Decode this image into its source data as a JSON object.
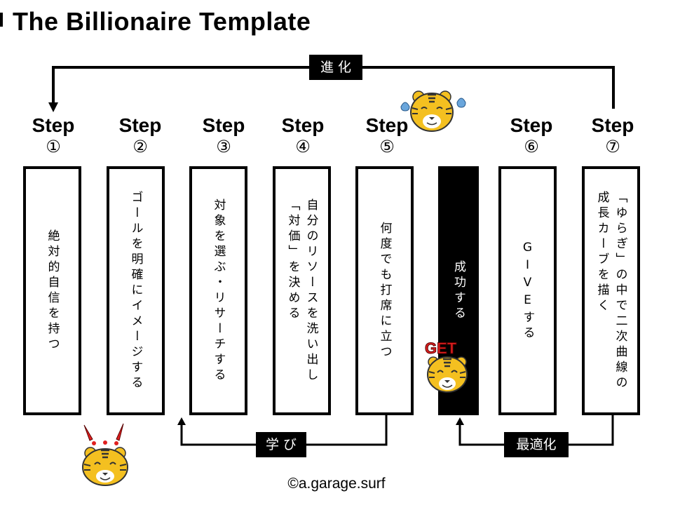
{
  "title": "The Billionaire Template",
  "steps": [
    {
      "word": "Step",
      "num": "①",
      "text": "絶対的自信を持つ"
    },
    {
      "word": "Step",
      "num": "②",
      "text": "ゴールを明確にイメージする"
    },
    {
      "word": "Step",
      "num": "③",
      "text": "対象を選ぶ・リサーチする"
    },
    {
      "word": "Step",
      "num": "④",
      "text": "自分のリソースを洗い出し\n「対価」を決める"
    },
    {
      "word": "Step",
      "num": "⑤",
      "text": "何度でも打席に立つ"
    },
    {
      "word": "Step",
      "num": "⑥",
      "text": "GIVEする"
    },
    {
      "word": "Step",
      "num": "⑦",
      "text": "「ゆらぎ」の中で二次曲線の\n成長カーブを描く"
    }
  ],
  "success": "成功する",
  "arrows": {
    "evolution": "進 化",
    "learning": "学 び",
    "optimization": "最適化"
  },
  "stickers": {
    "get": "GET"
  },
  "copyright": "©a.garage.surf"
}
